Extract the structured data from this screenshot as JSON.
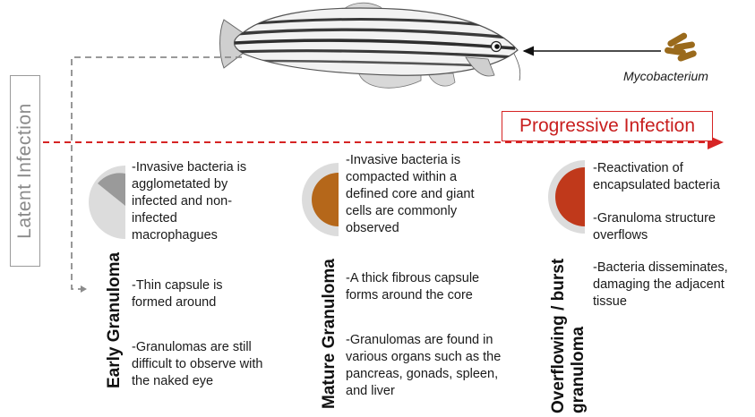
{
  "latent_label": "Latent Infection",
  "progressive_label": "Progressive Infection",
  "mycobacterium_label": "Mycobacterium",
  "colors": {
    "dashed_red": "#d62424",
    "dashed_gray": "#8c8c8c",
    "early_core": "#9a9a9a",
    "mature_core": "#b5671a",
    "burst_core": "#c0391b",
    "capsule": "#dcdcdc",
    "mycobacterium": "#9a6a1c"
  },
  "stages": [
    {
      "title": "Early Granuloma",
      "notes": [
        "-Invasive bacteria is agglometated by infected and non-infected macrophagues",
        "-Thin capsule is formed around",
        "-Granulomas are still difficult to observe with the naked eye"
      ]
    },
    {
      "title": "Mature Granuloma",
      "notes": [
        "-Invasive bacteria is compacted within a defined core and giant cells are commonly observed",
        "-A thick fibrous capsule forms around the core",
        "-Granulomas are found in various organs such as the pancreas, gonads, spleen, and liver"
      ]
    },
    {
      "title": "Overflowing / burst granuloma",
      "notes": [
        "-Reactivation of encapsulated bacteria",
        "-Granuloma structure overflows",
        "-Bacteria disseminates, damaging the adjacent tissue"
      ]
    }
  ]
}
